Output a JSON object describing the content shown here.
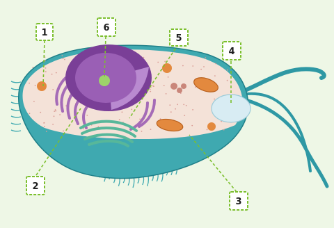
{
  "colors": {
    "background": "#eef7e6",
    "cytoplasm": "#f4e2d8",
    "membrane": "#3fa9b0",
    "membrane_dark": "#1f7f88",
    "nucleus": "#7a3f97",
    "nucleolus": "#9dd36a",
    "er": "#a56bb7",
    "golgi": "#57b79a",
    "mitochondria": "#e3893e",
    "vacuole": "#d8ecf3",
    "flagella": "#2e98a4",
    "label_border": "#7cbf2e"
  },
  "labels": [
    {
      "id": "1",
      "text": "1"
    },
    {
      "id": "2",
      "text": "2"
    },
    {
      "id": "3",
      "text": "3"
    },
    {
      "id": "4",
      "text": "4"
    },
    {
      "id": "5",
      "text": "5"
    },
    {
      "id": "6",
      "text": "6"
    }
  ]
}
